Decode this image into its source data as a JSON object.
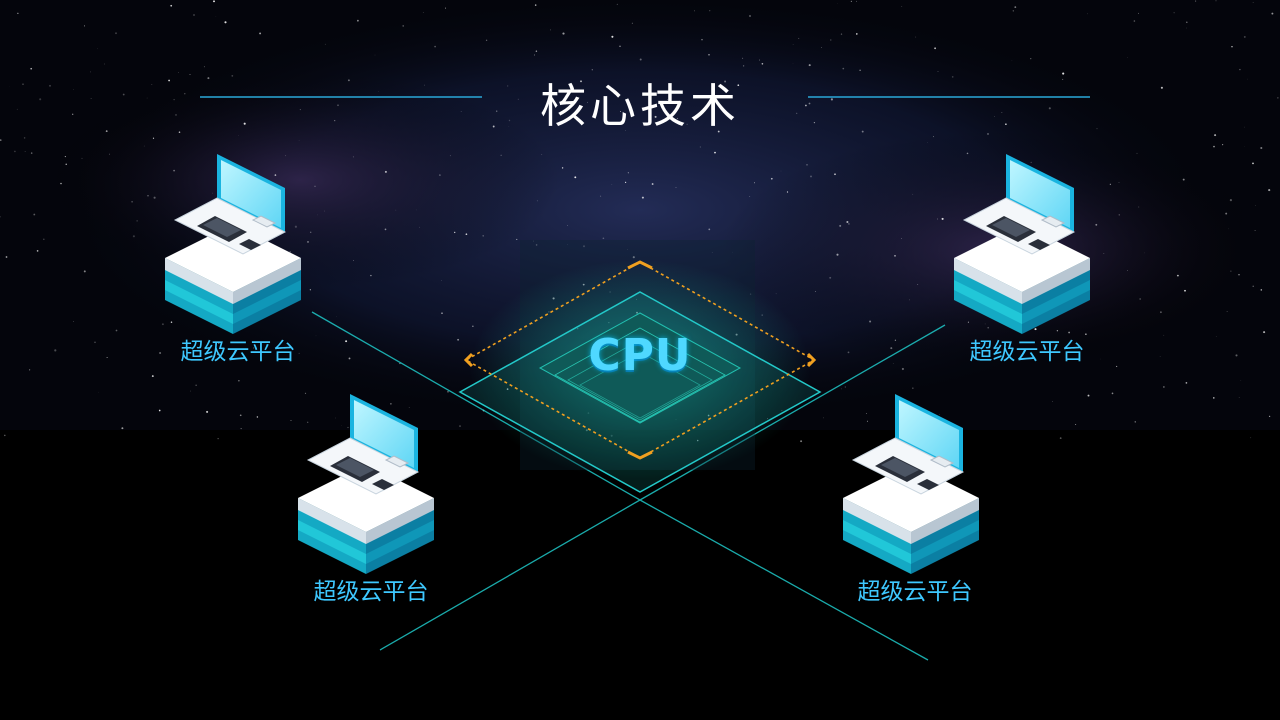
{
  "title": "核心技术",
  "center": {
    "label": "CPU"
  },
  "nodes": [
    {
      "label": "超级云平台"
    },
    {
      "label": "超级云平台"
    },
    {
      "label": "超级云平台"
    },
    {
      "label": "超级云平台"
    }
  ],
  "colors": {
    "accent": "#3ec8ff",
    "line": "#1fc8c8",
    "frame": "#f0a020",
    "background": "#000000"
  }
}
